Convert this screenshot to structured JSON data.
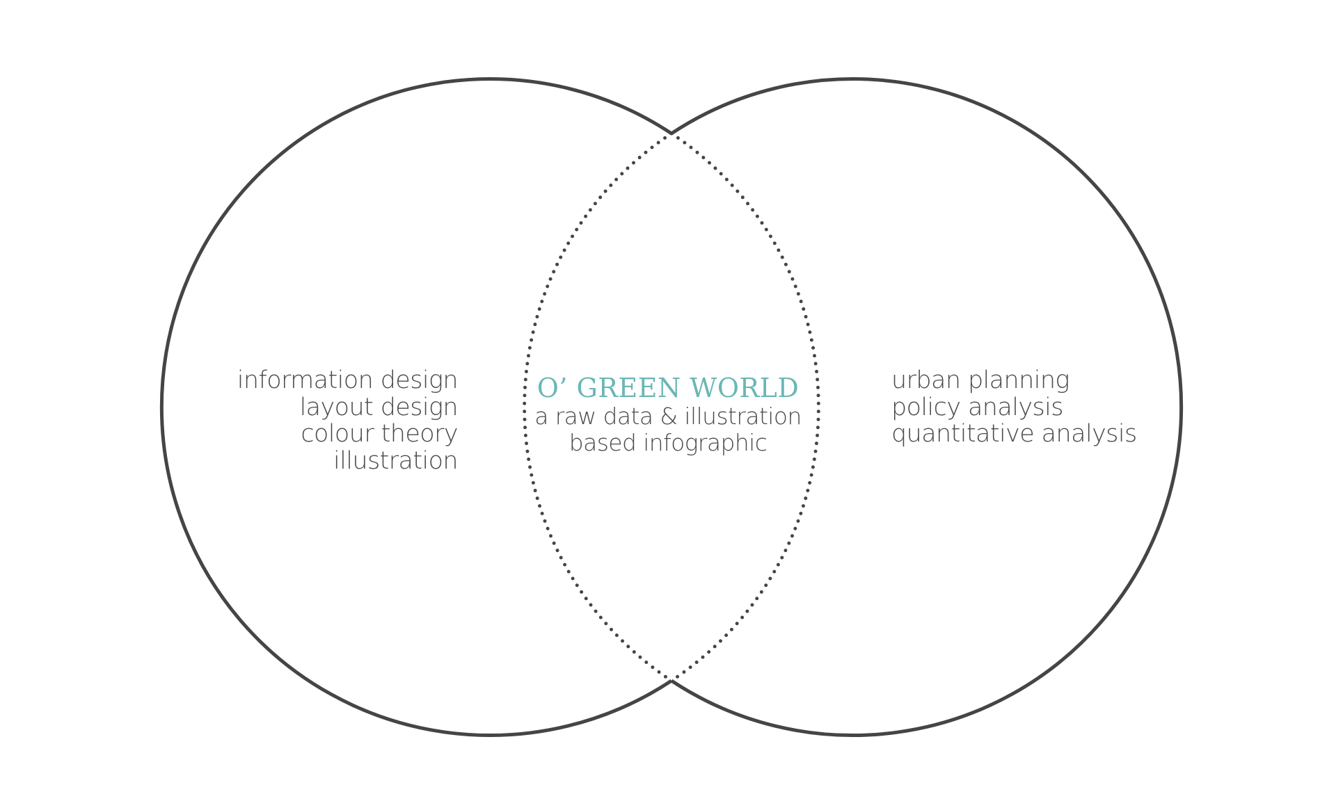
{
  "left_circle": {
    "items": [
      "information design",
      "layout design",
      "colour theory",
      "illustration"
    ]
  },
  "right_circle": {
    "items": [
      "urban planning",
      "policy analysis",
      "quantitative analysis"
    ]
  },
  "intersection": {
    "title": "O’ GREEN WORLD",
    "subtitle_lines": [
      "a raw data & illustration",
      "based infographic"
    ]
  },
  "colors": {
    "circle_stroke": "#454545",
    "title": "#6ab7b5",
    "text": "#4a4a4a"
  }
}
